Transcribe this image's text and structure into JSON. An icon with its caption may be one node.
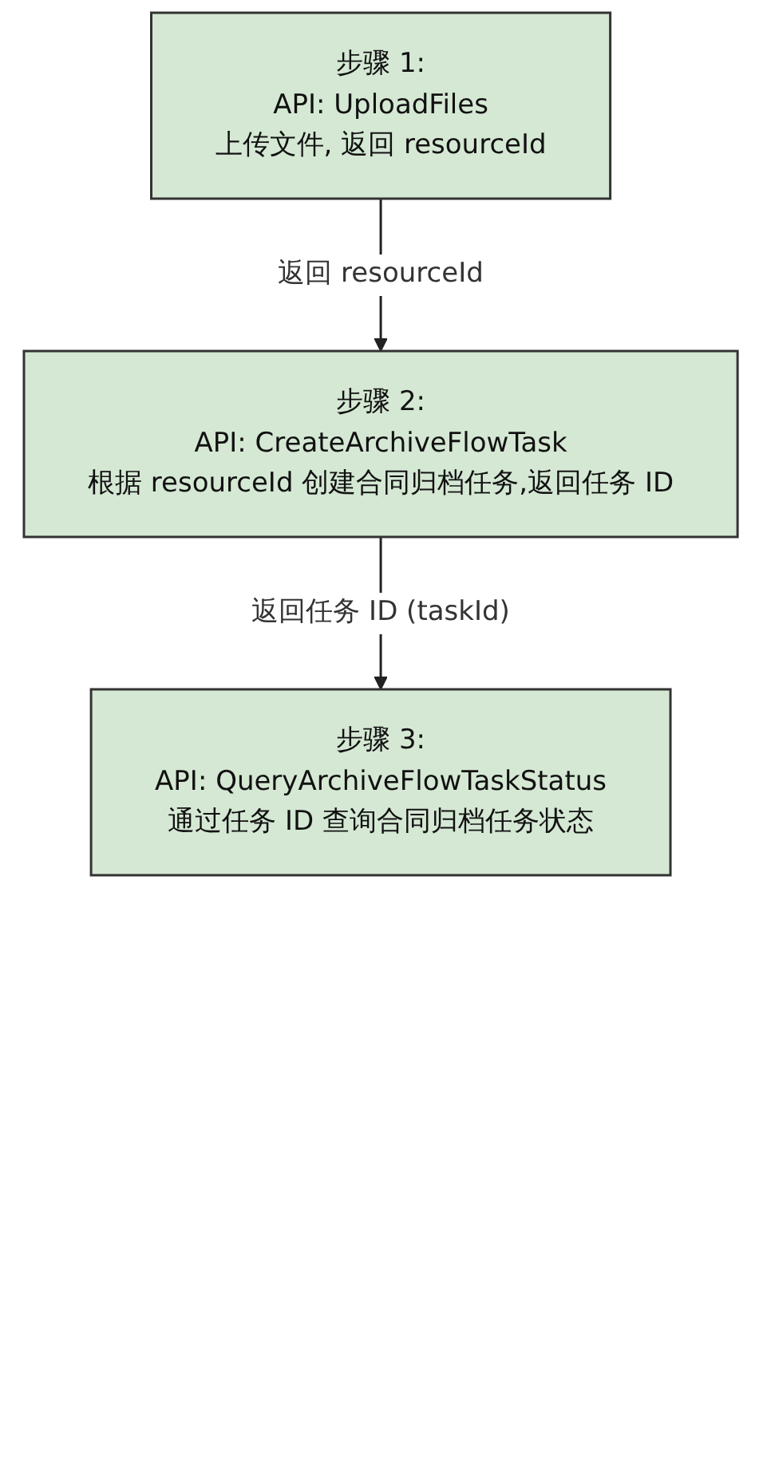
{
  "diagram": {
    "nodes": [
      {
        "text": [
          "步骤 1:",
          "API: UploadFiles",
          "上传文件, 返回 resourceId"
        ]
      },
      {
        "text": [
          "步骤 2:",
          "API: CreateArchiveFlowTask",
          "根据 resourceId 创建合同归档任务,返回任务 ID"
        ]
      },
      {
        "text": [
          "步骤 3:",
          "API: QueryArchiveFlowTaskStatus",
          "通过任务 ID 查询合同归档任务状态"
        ]
      }
    ],
    "edges": [
      {
        "from": 0,
        "to": 1,
        "arrow": "to",
        "label": "返回 resourceId"
      },
      {
        "from": 1,
        "to": 2,
        "arrow": "to",
        "label": "返回任务 ID (taskId)"
      }
    ]
  }
}
